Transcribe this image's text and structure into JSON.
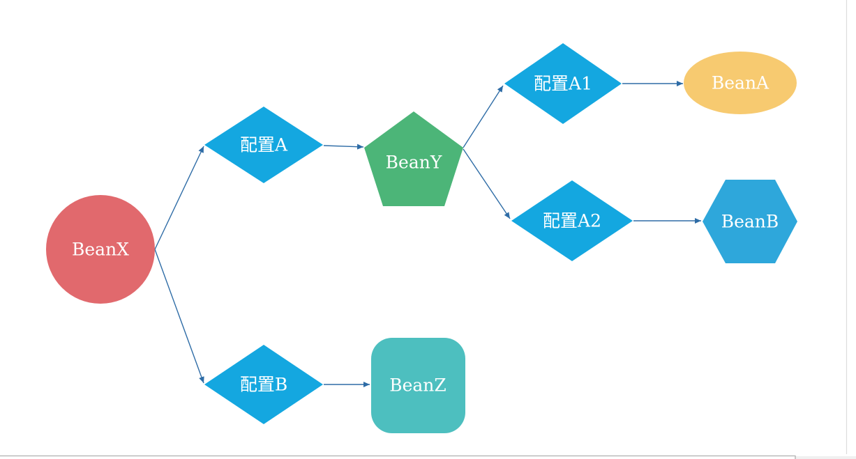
{
  "diagram": {
    "title": "",
    "label_color": "#ffffff",
    "connector_color": "#2e6ca6",
    "canvas": {
      "background": "#ffffff",
      "page_border_vertical_color": "#dcdcdc",
      "page_border_horizontal_color": "#b9b9b9",
      "scroll_strip_color": "#f0f0f0"
    },
    "nodes": {
      "beanx": {
        "label": "BeanX",
        "shape": "circle",
        "color": "#e1696d"
      },
      "config_a": {
        "label": "配置A",
        "shape": "diamond",
        "color": "#14a7e0"
      },
      "config_b": {
        "label": "配置B",
        "shape": "diamond",
        "color": "#14a7e0"
      },
      "beany": {
        "label": "BeanY",
        "shape": "pentagon",
        "color": "#4cb578"
      },
      "config_a1": {
        "label": "配置A1",
        "shape": "diamond",
        "color": "#14a7e0"
      },
      "config_a2": {
        "label": "配置A2",
        "shape": "diamond",
        "color": "#14a7e0"
      },
      "beana": {
        "label": "BeanA",
        "shape": "ellipse",
        "color": "#f7ca70"
      },
      "beanb": {
        "label": "BeanB",
        "shape": "hexagon",
        "color": "#2ea7db"
      },
      "beanz": {
        "label": "BeanZ",
        "shape": "rounded-rect",
        "color": "#4dbfbf"
      }
    },
    "edges": [
      {
        "from": "BeanX",
        "to": "配置A"
      },
      {
        "from": "BeanX",
        "to": "配置B"
      },
      {
        "from": "配置A",
        "to": "BeanY"
      },
      {
        "from": "BeanY",
        "to": "配置A1"
      },
      {
        "from": "BeanY",
        "to": "配置A2"
      },
      {
        "from": "配置A1",
        "to": "BeanA"
      },
      {
        "from": "配置A2",
        "to": "BeanB"
      },
      {
        "from": "配置B",
        "to": "BeanZ"
      }
    ]
  }
}
